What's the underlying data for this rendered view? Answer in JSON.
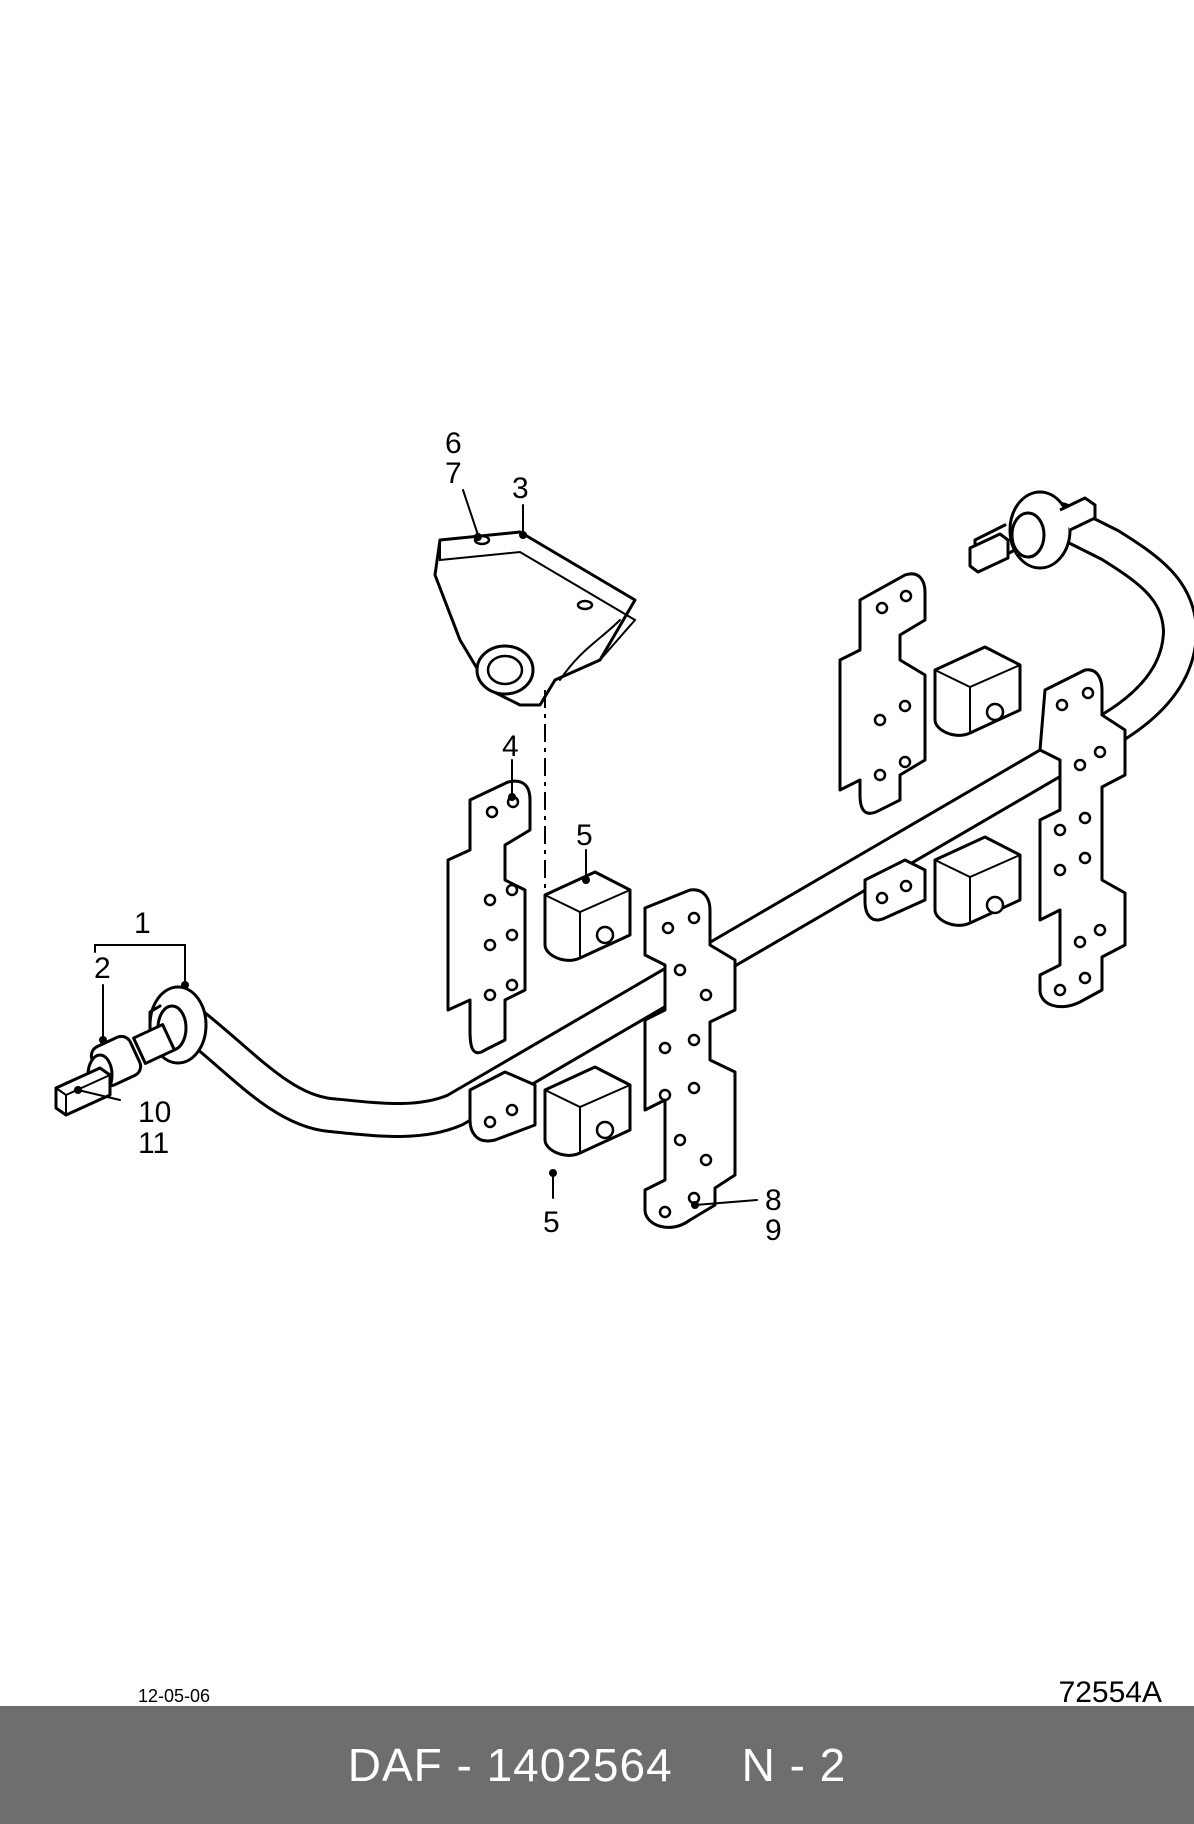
{
  "callouts": {
    "c1": "1",
    "c2": "2",
    "c3": "3",
    "c4": "4",
    "c5a": "5",
    "c5b": "5",
    "c6": "6",
    "c7": "7",
    "c8": "8",
    "c9": "9",
    "c10": "10",
    "c11": "11"
  },
  "date": "12-05-06",
  "figure_code": "72554A",
  "footer": {
    "title": "DAF - 1402564     N - 2",
    "background": "#6e6e6e",
    "text_color": "#ffffff"
  }
}
